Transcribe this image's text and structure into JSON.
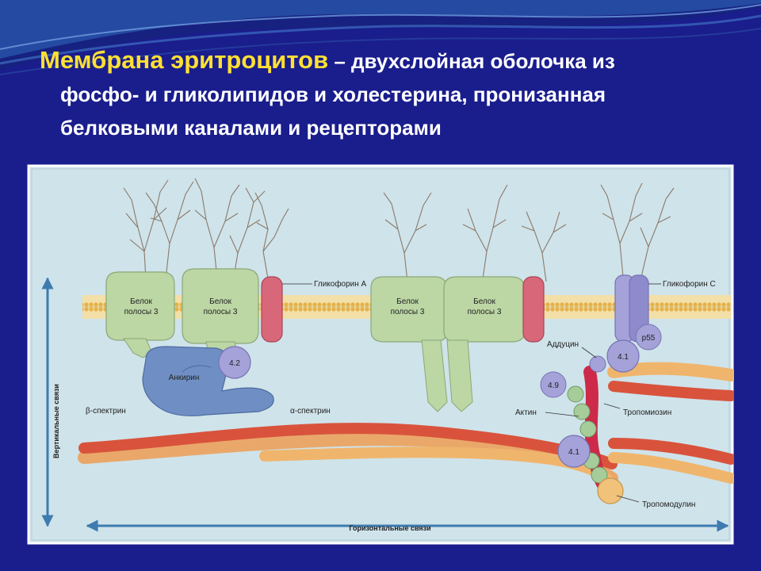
{
  "slide": {
    "title_accent": "Мембрана эритроцитов",
    "title_rest": " – двухслойная оболочка из",
    "line2": "фосфо- и гликолипидов и холестерина, пронизанная",
    "line3": "белковыми каналами и рецепторами"
  },
  "diagram": {
    "band3_a": [
      "Белок",
      "полосы 3"
    ],
    "band3_b": [
      "Белок",
      "полосы 3"
    ],
    "band3_c": [
      "Белок",
      "полосы 3"
    ],
    "band3_d": [
      "Белок",
      "полосы 3"
    ],
    "glycophorin_a": "Гликофорин А",
    "glycophorin_c": "Гликофорин С",
    "ankyrin": "Анкирин",
    "protein_42": "4.2",
    "beta_spectrin": "β-спектрин",
    "alpha_spectrin": "α-спектрин",
    "adducin": "Аддуцин",
    "p55": "p55",
    "protein_41_top": "4.1",
    "protein_49": "4.9",
    "actin": "Актин",
    "tropomyosin": "Тропомиозин",
    "protein_41_bottom": "4.1",
    "tropomodulin": "Тропомодулин",
    "vertical_links": "Вертикальные связи",
    "horizontal_links": "Горизонтальные связи"
  },
  "colors": {
    "slide_background": "#1a1d8c",
    "title_accent": "#ffe033",
    "panel_background": "#cfe3ea",
    "band3_protein": "#bcd6a4",
    "ankyrin": "#6f8fc4",
    "glycophorin": "#d9677a",
    "spectrin_red": "#d9533c",
    "spectrin_orange": "#f0b56c",
    "actin": "#a6cc9a",
    "junction_purple": "#a4a2d8"
  }
}
